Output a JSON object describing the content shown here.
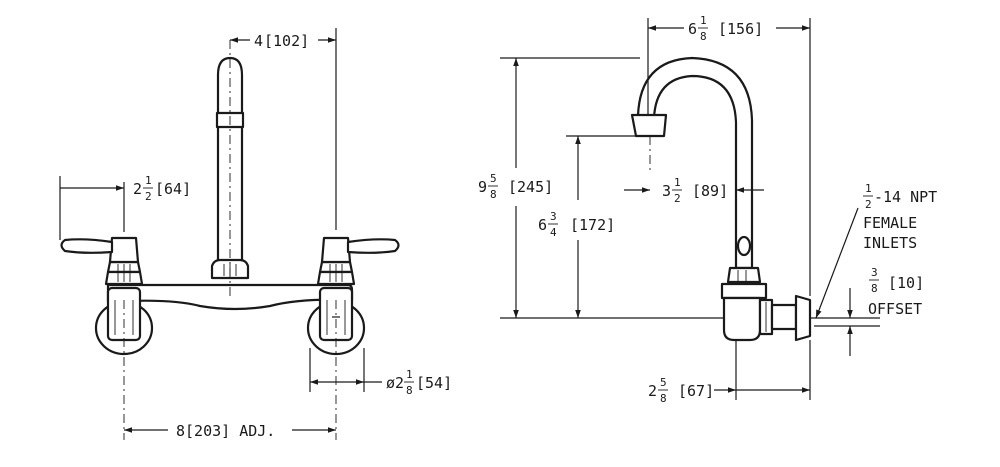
{
  "front_view": {
    "spout_centers": {
      "whole": "4",
      "mm": "[102]"
    },
    "handle_offset": {
      "whole": "2",
      "num": "1",
      "den": "2",
      "mm": "[64]"
    },
    "flange_diameter": {
      "prefix": "ø2",
      "num": "1",
      "den": "8",
      "mm": "[54]"
    },
    "inlet_centers": {
      "text": "8[203] ADJ."
    }
  },
  "side_view": {
    "spout_reach": {
      "whole": "6",
      "num": "1",
      "den": "8",
      "mm": "[156]"
    },
    "overall_height": {
      "whole": "9",
      "num": "5",
      "den": "8",
      "mm": "[245]"
    },
    "spout_height": {
      "whole": "6",
      "num": "3",
      "den": "4",
      "mm": "[172]"
    },
    "spout_offset": {
      "whole": "3",
      "num": "1",
      "den": "2",
      "mm": "[89]"
    },
    "inlet_label": {
      "num": "1",
      "den": "2",
      "thread": "-14 NPT",
      "line2": "FEMALE",
      "line3": "INLETS"
    },
    "offset": {
      "num": "3",
      "den": "8",
      "mm": "[10]",
      "label": "OFFSET"
    },
    "body_depth": {
      "whole": "2",
      "num": "5",
      "den": "8",
      "mm": "[67]"
    }
  }
}
